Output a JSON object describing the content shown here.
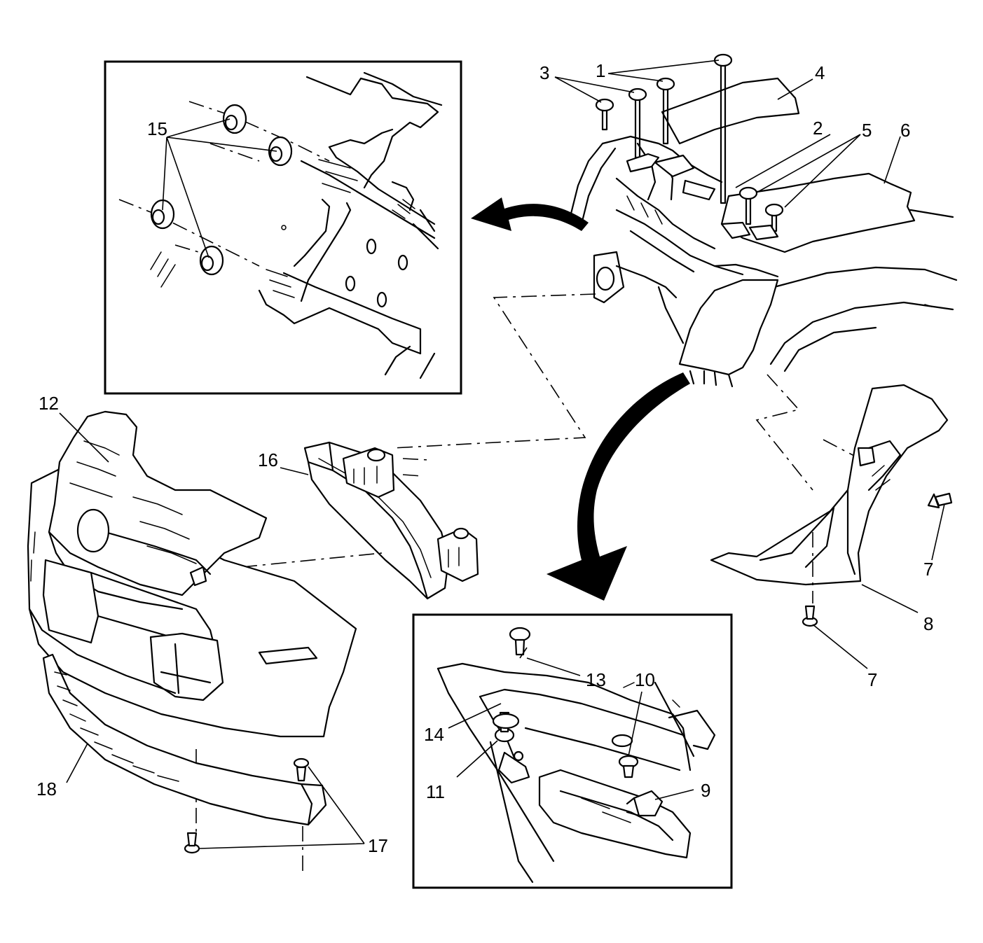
{
  "callouts": [
    {
      "id": "1",
      "text": "1"
    },
    {
      "id": "2",
      "text": "2"
    },
    {
      "id": "3",
      "text": "3"
    },
    {
      "id": "4",
      "text": "4"
    },
    {
      "id": "5",
      "text": "5"
    },
    {
      "id": "6",
      "text": "6"
    },
    {
      "id": "7a",
      "text": "7"
    },
    {
      "id": "7b",
      "text": "7"
    },
    {
      "id": "8",
      "text": "8"
    },
    {
      "id": "9",
      "text": "9"
    },
    {
      "id": "10",
      "text": "10"
    },
    {
      "id": "11",
      "text": "11"
    },
    {
      "id": "12",
      "text": "12"
    },
    {
      "id": "13",
      "text": "13"
    },
    {
      "id": "14",
      "text": "14"
    },
    {
      "id": "15",
      "text": "15"
    },
    {
      "id": "16",
      "text": "16"
    },
    {
      "id": "17",
      "text": "17"
    },
    {
      "id": "18",
      "text": "18"
    }
  ],
  "colors": {
    "ink": "#000000",
    "paper": "#ffffff"
  }
}
